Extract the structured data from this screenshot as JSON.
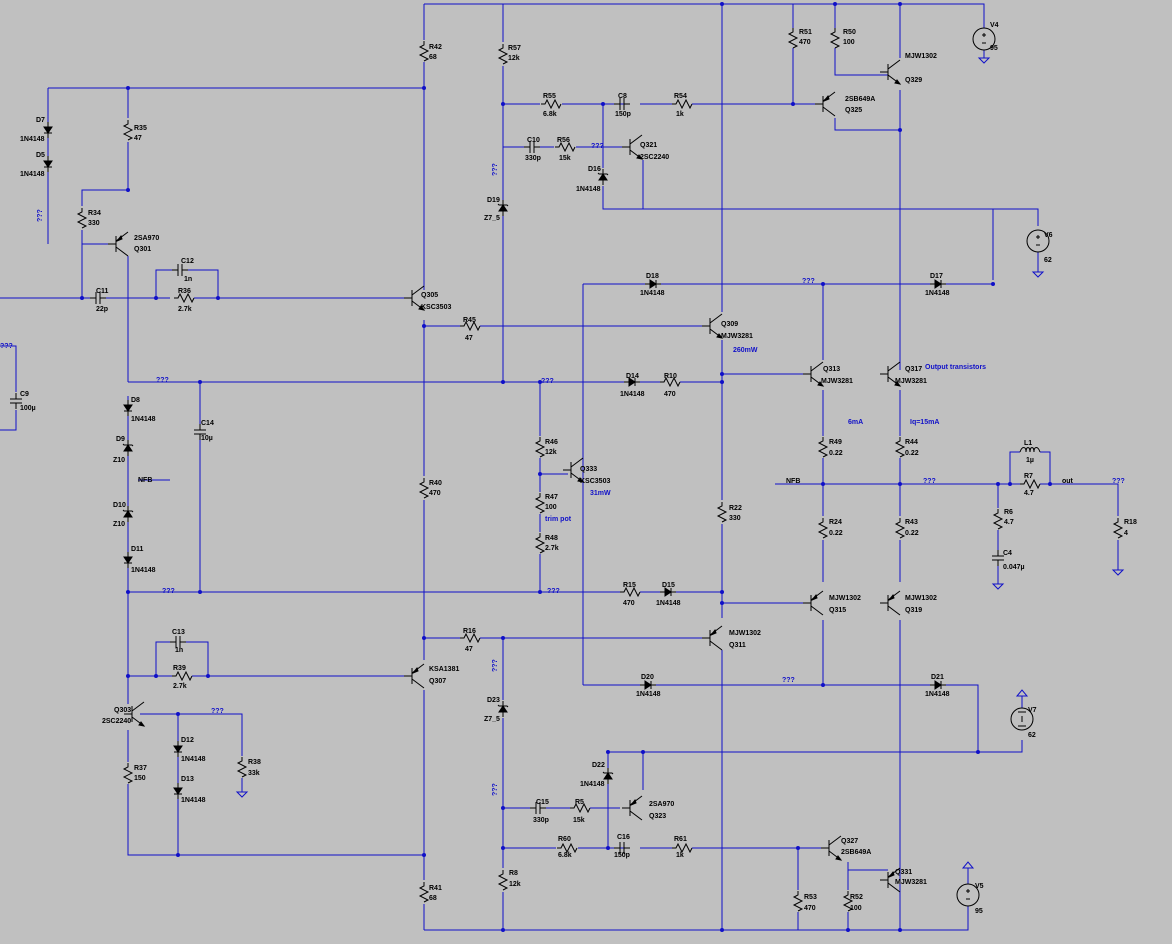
{
  "resistors": [
    {
      "ref": "R42",
      "value": "68"
    },
    {
      "ref": "R57",
      "value": "12k"
    },
    {
      "ref": "R51",
      "value": "470"
    },
    {
      "ref": "R50",
      "value": "100"
    },
    {
      "ref": "R55",
      "value": "6.8k"
    },
    {
      "ref": "R54",
      "value": "1k"
    },
    {
      "ref": "R56",
      "value": "15k"
    },
    {
      "ref": "R35",
      "value": "47"
    },
    {
      "ref": "R34",
      "value": "330"
    },
    {
      "ref": "R36",
      "value": "2.7k"
    },
    {
      "ref": "R45",
      "value": "47"
    },
    {
      "ref": "R10",
      "value": "470"
    },
    {
      "ref": "R46",
      "value": "12k"
    },
    {
      "ref": "R47",
      "value": "100"
    },
    {
      "ref": "R48",
      "value": "2.7k"
    },
    {
      "ref": "R40",
      "value": "470"
    },
    {
      "ref": "R22",
      "value": "330"
    },
    {
      "ref": "R49",
      "value": "0.22"
    },
    {
      "ref": "R44",
      "value": "0.22"
    },
    {
      "ref": "R24",
      "value": "0.22"
    },
    {
      "ref": "R43",
      "value": "0.22"
    },
    {
      "ref": "R7",
      "value": "4.7"
    },
    {
      "ref": "R6",
      "value": "4.7"
    },
    {
      "ref": "R18",
      "value": "4"
    },
    {
      "ref": "R15",
      "value": "470"
    },
    {
      "ref": "R16",
      "value": "47"
    },
    {
      "ref": "R39",
      "value": "2.7k"
    },
    {
      "ref": "R37",
      "value": "150"
    },
    {
      "ref": "R38",
      "value": "33k"
    },
    {
      "ref": "R5",
      "value": "15k"
    },
    {
      "ref": "R60",
      "value": "6.8k"
    },
    {
      "ref": "R61",
      "value": "1k"
    },
    {
      "ref": "R8",
      "value": "12k"
    },
    {
      "ref": "R41",
      "value": "68"
    },
    {
      "ref": "R53",
      "value": "470"
    },
    {
      "ref": "R52",
      "value": "100"
    }
  ],
  "capacitors": [
    {
      "ref": "C8",
      "value": "150p"
    },
    {
      "ref": "C10",
      "value": "330p"
    },
    {
      "ref": "C12",
      "value": "1n"
    },
    {
      "ref": "C11",
      "value": "22p"
    },
    {
      "ref": "C9",
      "value": "100µ"
    },
    {
      "ref": "C14",
      "value": "10µ"
    },
    {
      "ref": "C4",
      "value": "0.047µ"
    },
    {
      "ref": "C13",
      "value": "1n"
    },
    {
      "ref": "C15",
      "value": "330p"
    },
    {
      "ref": "C16",
      "value": "150p"
    }
  ],
  "diodes": [
    {
      "ref": "D7",
      "value": "1N4148"
    },
    {
      "ref": "D5",
      "value": "1N4148"
    },
    {
      "ref": "D16",
      "value": "1N4148"
    },
    {
      "ref": "D19",
      "value": "Z7_5"
    },
    {
      "ref": "D18",
      "value": "1N4148"
    },
    {
      "ref": "D17",
      "value": "1N4148"
    },
    {
      "ref": "D14",
      "value": "1N4148"
    },
    {
      "ref": "D8",
      "value": "1N4148"
    },
    {
      "ref": "D9",
      "value": "Z10"
    },
    {
      "ref": "D10",
      "value": "Z10"
    },
    {
      "ref": "D11",
      "value": "1N4148"
    },
    {
      "ref": "D15",
      "value": "1N4148"
    },
    {
      "ref": "D20",
      "value": "1N4148"
    },
    {
      "ref": "D21",
      "value": "1N4148"
    },
    {
      "ref": "D23",
      "value": "Z7_5"
    },
    {
      "ref": "D12",
      "value": "1N4148"
    },
    {
      "ref": "D13",
      "value": "1N4148"
    },
    {
      "ref": "D22",
      "value": "1N4148"
    }
  ],
  "transistors": [
    {
      "ref": "Q329",
      "model": "MJW1302"
    },
    {
      "ref": "Q325",
      "model": "2SB649A"
    },
    {
      "ref": "Q321",
      "model": "2SC2240"
    },
    {
      "ref": "Q301",
      "model": "2SA970"
    },
    {
      "ref": "Q305",
      "model": "KSC3503"
    },
    {
      "ref": "Q309",
      "model": "MJW3281"
    },
    {
      "ref": "Q313",
      "model": "MJW3281"
    },
    {
      "ref": "Q317",
      "model": "MJW3281"
    },
    {
      "ref": "Q333",
      "model": "KSC3503"
    },
    {
      "ref": "Q315",
      "model": "MJW1302"
    },
    {
      "ref": "Q319",
      "model": "MJW1302"
    },
    {
      "ref": "Q311",
      "model": "MJW1302"
    },
    {
      "ref": "Q307",
      "model": "KSA1381"
    },
    {
      "ref": "Q303",
      "model": "2SC2240"
    },
    {
      "ref": "Q323",
      "model": "2SA970"
    },
    {
      "ref": "Q327",
      "model": "2SB649A"
    },
    {
      "ref": "Q331",
      "model": "MJW3281"
    }
  ],
  "inductors": [
    {
      "ref": "L1",
      "value": "1µ"
    }
  ],
  "sources": [
    {
      "ref": "V4",
      "value": "95"
    },
    {
      "ref": "V6",
      "value": "62"
    },
    {
      "ref": "V7",
      "value": "62"
    },
    {
      "ref": "V5",
      "value": "95"
    }
  ],
  "net_labels": {
    "nfb": "NFB",
    "out": "out",
    "unknown": "???"
  },
  "annotations": {
    "output_transistors": "Output transistors",
    "q309_power": "260mW",
    "q333_power": "31mW",
    "bias_current": "6mA",
    "iq": "Iq=15mA",
    "trim_pot": "trim pot"
  }
}
